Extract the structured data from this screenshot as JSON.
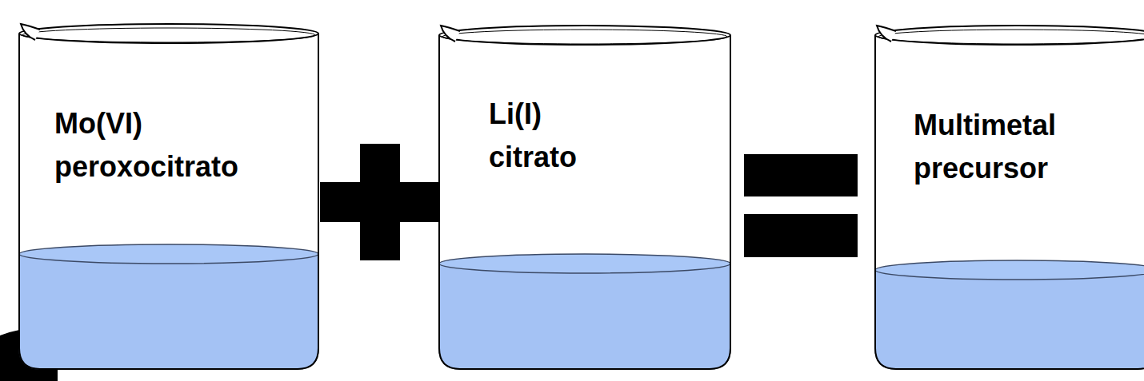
{
  "diagram": {
    "nodes": [
      {
        "text": [
          "Mo(VI) peroxocitrato"
        ]
      },
      {
        "text": [
          "Li(I) citrato"
        ]
      },
      {
        "text": [
          "Multimetal precursor"
        ]
      }
    ]
  }
}
